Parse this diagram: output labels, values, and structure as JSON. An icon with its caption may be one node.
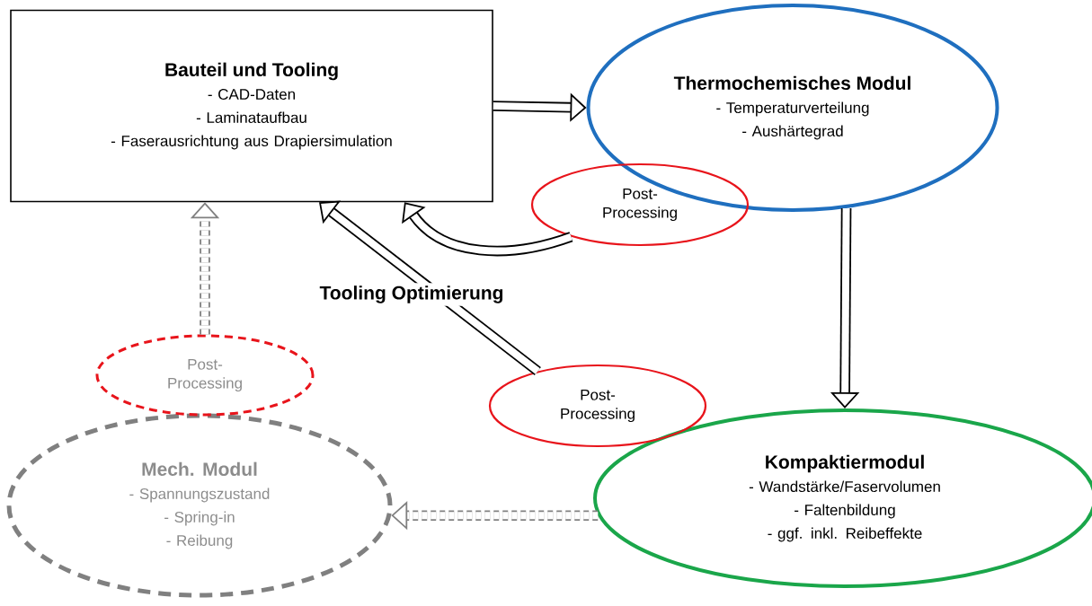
{
  "diagram": {
    "nodes": [
      {
        "text": [
          "Bauteil und Tooling",
          "- CAD-Daten",
          "- Laminataufbau",
          "- Faserausrichtung aus Drapiersimulation"
        ]
      },
      {
        "text": [
          "Thermochemisches Modul",
          "- Temperaturverteilung",
          "- Aushärtegrad"
        ]
      },
      {
        "text": [
          "Post- Processing"
        ]
      },
      {
        "text": [
          "Kompaktiermodul",
          "- Wandstärke/Faservolumen",
          "- Faltenbildung",
          "- ggf. inkl. Reibeffekte"
        ]
      },
      {
        "text": [
          "Post- Processing"
        ]
      },
      {
        "text": [
          "Mech. Modul",
          "- Spannungszustand",
          "- Spring-in",
          "- Reibung"
        ]
      },
      {
        "text": [
          "Post- Processing"
        ]
      }
    ],
    "edges": [
      {
        "from": 0,
        "to": 1,
        "arrow": "to"
      },
      {
        "from": 1,
        "to": 3,
        "arrow": "to"
      },
      {
        "from": 2,
        "to": 0,
        "arrow": "to"
      },
      {
        "from": 4,
        "to": 0,
        "arrow": "to"
      },
      {
        "from": 3,
        "to": 5,
        "arrow": "to",
        "style": "dashed",
        "color": "#808080"
      },
      {
        "from": 6,
        "to": 0,
        "arrow": "to",
        "style": "dashed",
        "color": "#808080"
      }
    ],
    "labels": [
      "Tooling Optimierung"
    ]
  }
}
